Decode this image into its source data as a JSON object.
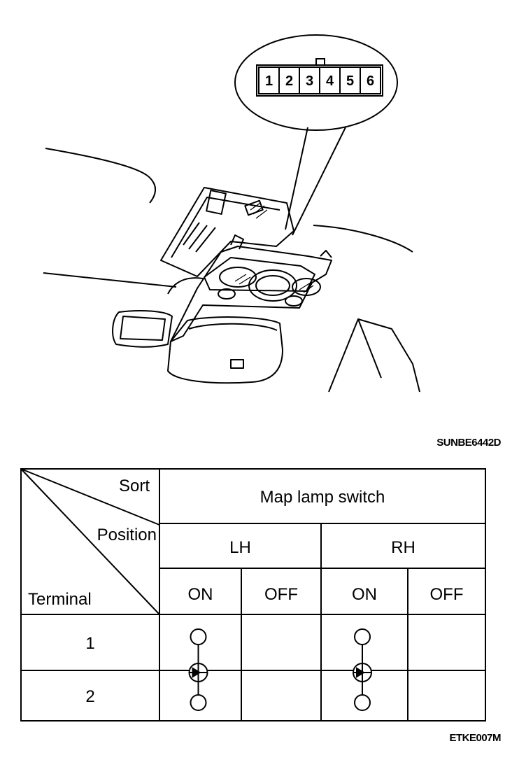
{
  "connector": {
    "pins": [
      "1",
      "2",
      "3",
      "4",
      "5",
      "6"
    ]
  },
  "figure_codes": {
    "illustration": "SUNBE6442D",
    "table": "ETKE007M"
  },
  "table": {
    "corner": {
      "sort": "Sort",
      "position": "Position",
      "terminal": "Terminal"
    },
    "header": "Map lamp switch",
    "groups": [
      {
        "label": "LH",
        "positions": [
          "ON",
          "OFF"
        ]
      },
      {
        "label": "RH",
        "positions": [
          "ON",
          "OFF"
        ]
      }
    ],
    "terminals": [
      "1",
      "2"
    ],
    "continuity": [
      {
        "group": "LH",
        "position": "ON",
        "terminals": [
          "1",
          "2"
        ],
        "lamp": true
      },
      {
        "group": "RH",
        "position": "ON",
        "terminals": [
          "1",
          "2"
        ],
        "lamp": true
      }
    ]
  }
}
